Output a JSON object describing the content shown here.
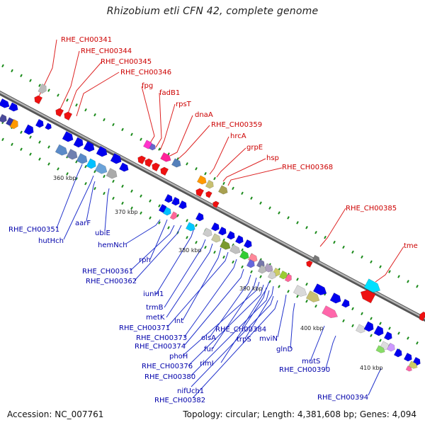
{
  "title": "Rhizobium etli CFN 42, complete genome",
  "accession_text": "Accession: NC_007761",
  "topology_text": "Topology: circular; Length: 4,381,608 bp; Genes: 4,094",
  "colors": {
    "backbone": "#7f7f7f",
    "forward_gene": "#0000ee",
    "reverse_gene": "#ee1111",
    "upper_label": "#cc0000",
    "lower_label": "#0000aa",
    "tick_mark": "#1a8a1a"
  },
  "tick_labels": [
    "360 kbp",
    "370 kbp",
    "380 kbp",
    "390 kbp",
    "400 kbp",
    "410 kbp"
  ],
  "upper_labels": [
    "RHE_CH00341",
    "RHE_CH00344",
    "RHE_CH00345",
    "RHE_CH00346",
    "fpg",
    "fadB1",
    "rpsT",
    "dnaA",
    "RHE_CH00359",
    "hrcA",
    "grpE",
    "hsp",
    "RHE_CH00368",
    "RHE_CH00385",
    "tme"
  ],
  "lower_labels": [
    "RHE_CH00351",
    "hutHch",
    "aarF",
    "ubiE",
    "hemNch",
    "rph",
    "RHE_CH00361",
    "RHE_CH00362",
    "iunH1",
    "trmB",
    "metK",
    "lnt",
    "RHE_CH00371",
    "RHE_CH00373",
    "RHE_CH00374",
    "olsA",
    "fur",
    "phoH",
    "RHE_CH00376",
    "rimI",
    "RHE_CH00380",
    "RHE_CH00384",
    "trpS",
    "mviN",
    "glnD",
    "mutS",
    "RHE_CH00390",
    "nifUch1",
    "RHE_CH00382",
    "RHE_CH00394"
  ]
}
